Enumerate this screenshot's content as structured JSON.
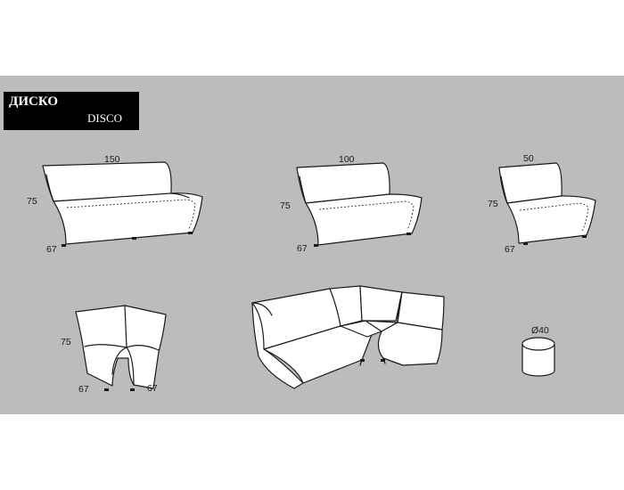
{
  "header": {
    "title_ru": "ДИСКО",
    "title_en": "DISCO"
  },
  "colors": {
    "panel": "#bcbcbc",
    "title_box": "#000000",
    "outline": "#1a1a1a",
    "fill": "#ffffff"
  },
  "items": [
    {
      "id": "sofa-150",
      "width_label": "150",
      "height_label": "75",
      "depth_label": "67"
    },
    {
      "id": "sofa-100",
      "width_label": "100",
      "height_label": "75",
      "depth_label": "67"
    },
    {
      "id": "sofa-50",
      "width_label": "50",
      "height_label": "75",
      "depth_label": "67"
    },
    {
      "id": "corner-seat",
      "height_label": "75",
      "depth_left_label": "67",
      "depth_right_label": "67"
    },
    {
      "id": "corner-sofa"
    },
    {
      "id": "pouf",
      "diameter_label": "Ø40"
    }
  ]
}
